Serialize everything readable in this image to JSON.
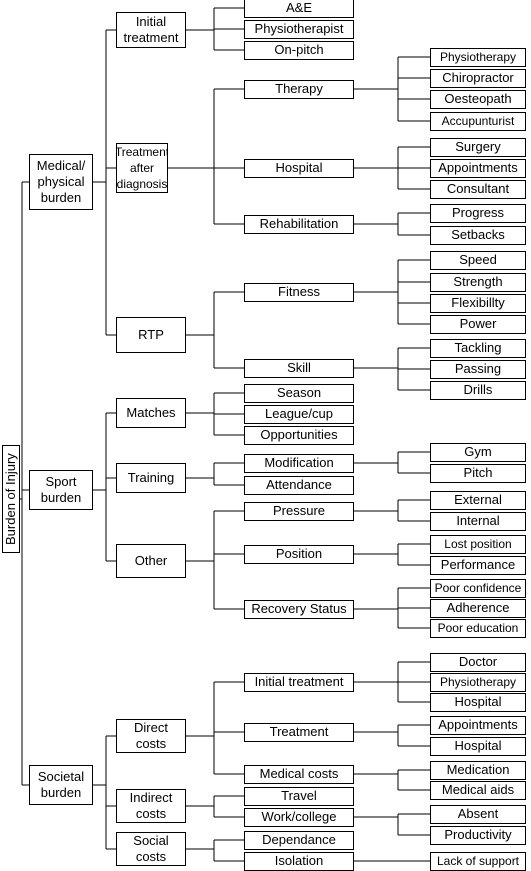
{
  "root": "Burden of Injury",
  "categories": [
    {
      "label": "Medical/\nphysical\nburden",
      "children": [
        {
          "label": "Initial\ntreatment",
          "children": [
            {
              "label": "A&E"
            },
            {
              "label": "Physiotherapist"
            },
            {
              "label": "On-pitch"
            }
          ]
        },
        {
          "label": "Treatment\nafter\ndiagnosis",
          "children": [
            {
              "label": "Therapy",
              "children": [
                {
                  "label": "Physiotherapy"
                },
                {
                  "label": "Chiropractor"
                },
                {
                  "label": "Oesteopath"
                },
                {
                  "label": "Accupunturist"
                }
              ]
            },
            {
              "label": "Hospital",
              "children": [
                {
                  "label": "Surgery"
                },
                {
                  "label": "Appointments"
                },
                {
                  "label": "Consultant"
                }
              ]
            },
            {
              "label": "Rehabilitation",
              "children": [
                {
                  "label": "Progress"
                },
                {
                  "label": "Setbacks"
                }
              ]
            }
          ]
        },
        {
          "label": "RTP",
          "children": [
            {
              "label": "Fitness",
              "children": [
                {
                  "label": "Speed"
                },
                {
                  "label": "Strength"
                },
                {
                  "label": "Flexibillty"
                },
                {
                  "label": "Power"
                }
              ]
            },
            {
              "label": "Skill",
              "children": [
                {
                  "label": "Tackling"
                },
                {
                  "label": "Passing"
                },
                {
                  "label": "Drills"
                }
              ]
            }
          ]
        }
      ]
    },
    {
      "label": "Sport\nburden",
      "children": [
        {
          "label": "Matches",
          "children": [
            {
              "label": "Season"
            },
            {
              "label": "League/cup"
            },
            {
              "label": "Opportunities"
            }
          ]
        },
        {
          "label": "Training",
          "children": [
            {
              "label": "Modification",
              "children": [
                {
                  "label": "Gym"
                },
                {
                  "label": "Pitch"
                }
              ]
            },
            {
              "label": "Attendance"
            }
          ]
        },
        {
          "label": "Other",
          "children": [
            {
              "label": "Pressure",
              "children": [
                {
                  "label": "External"
                },
                {
                  "label": "Internal"
                }
              ]
            },
            {
              "label": "Position",
              "children": [
                {
                  "label": "Lost position"
                },
                {
                  "label": "Performance"
                }
              ]
            },
            {
              "label": "Recovery Status",
              "children": [
                {
                  "label": "Poor confidence"
                },
                {
                  "label": "Adherence"
                },
                {
                  "label": "Poor education"
                }
              ]
            }
          ]
        }
      ]
    },
    {
      "label": "Societal\nburden",
      "children": [
        {
          "label": "Direct\ncosts",
          "children": [
            {
              "label": "Initial treatment",
              "children": [
                {
                  "label": "Doctor"
                },
                {
                  "label": "Physiotherapy"
                },
                {
                  "label": "Hospital"
                }
              ]
            },
            {
              "label": "Treatment",
              "children": [
                {
                  "label": "Appointments"
                },
                {
                  "label": "Hospital"
                }
              ]
            },
            {
              "label": "Medical costs",
              "children": [
                {
                  "label": "Medication"
                },
                {
                  "label": "Medical aids"
                }
              ]
            }
          ]
        },
        {
          "label": "Indirect\ncosts",
          "children": [
            {
              "label": "Travel"
            },
            {
              "label": "Work/college",
              "children": [
                {
                  "label": "Absent"
                },
                {
                  "label": "Productivity"
                }
              ]
            }
          ]
        },
        {
          "label": "Social\ncosts",
          "children": [
            {
              "label": "Dependance"
            },
            {
              "label": "Isolation",
              "children": [
                {
                  "label": "Lack of support"
                }
              ]
            }
          ]
        }
      ]
    }
  ]
}
